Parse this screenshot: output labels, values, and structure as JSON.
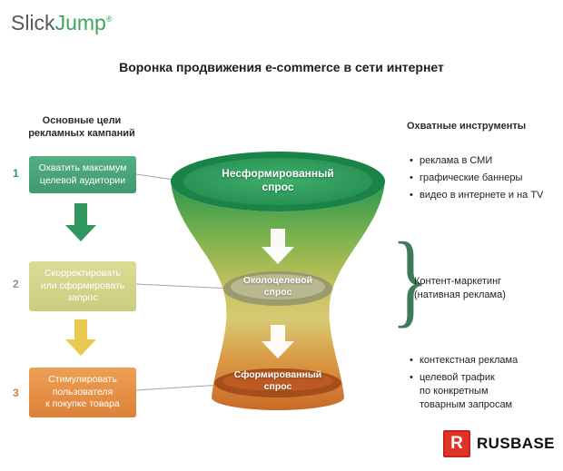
{
  "logo": {
    "part1": "Slick",
    "part2": "Jump",
    "reg": "®",
    "color_green": "#3fa45c",
    "color_gray": "#57585a"
  },
  "title": "Воронка продвижения e-commerce в сети интернет",
  "left_column": {
    "header": "Основные цели\nрекламных кампаний",
    "steps": [
      {
        "number": "1",
        "label": "Охватить максимум\nцелевой аудитории",
        "color": "#4ba57e"
      },
      {
        "number": "2",
        "label": "Скорректировать\nили сформировать\nзапрос",
        "color": "#d3d68c"
      },
      {
        "number": "3",
        "label": "Стимулировать\nпользователя\nк покупке товара",
        "color": "#e4964f"
      }
    ]
  },
  "funnel": {
    "levels": [
      {
        "label": "Несформированный спрос"
      },
      {
        "label": "Околоцелевой спрос"
      },
      {
        "label": "Сформированный спрос"
      }
    ],
    "gradient": [
      "#27954f",
      "#7fb34d",
      "#c3c05c",
      "#d8ca74",
      "#d99a43",
      "#c96a28"
    ]
  },
  "right_column": {
    "header": "Охватные инструменты",
    "top_bullets": [
      "реклама в СМИ",
      "графические баннеры",
      "видео в интернете и на TV"
    ],
    "brace_char": "}",
    "brace_label": "Контент-маркетинг\n(нативная реклама)",
    "bottom_bullets": [
      "контекстная реклама",
      "целевой трафик\nпо конкретным\nтоварным запросам"
    ]
  },
  "footer": {
    "logo_letter": "R",
    "logo_text": "RUSBASE",
    "logo_red": "#e23328"
  }
}
